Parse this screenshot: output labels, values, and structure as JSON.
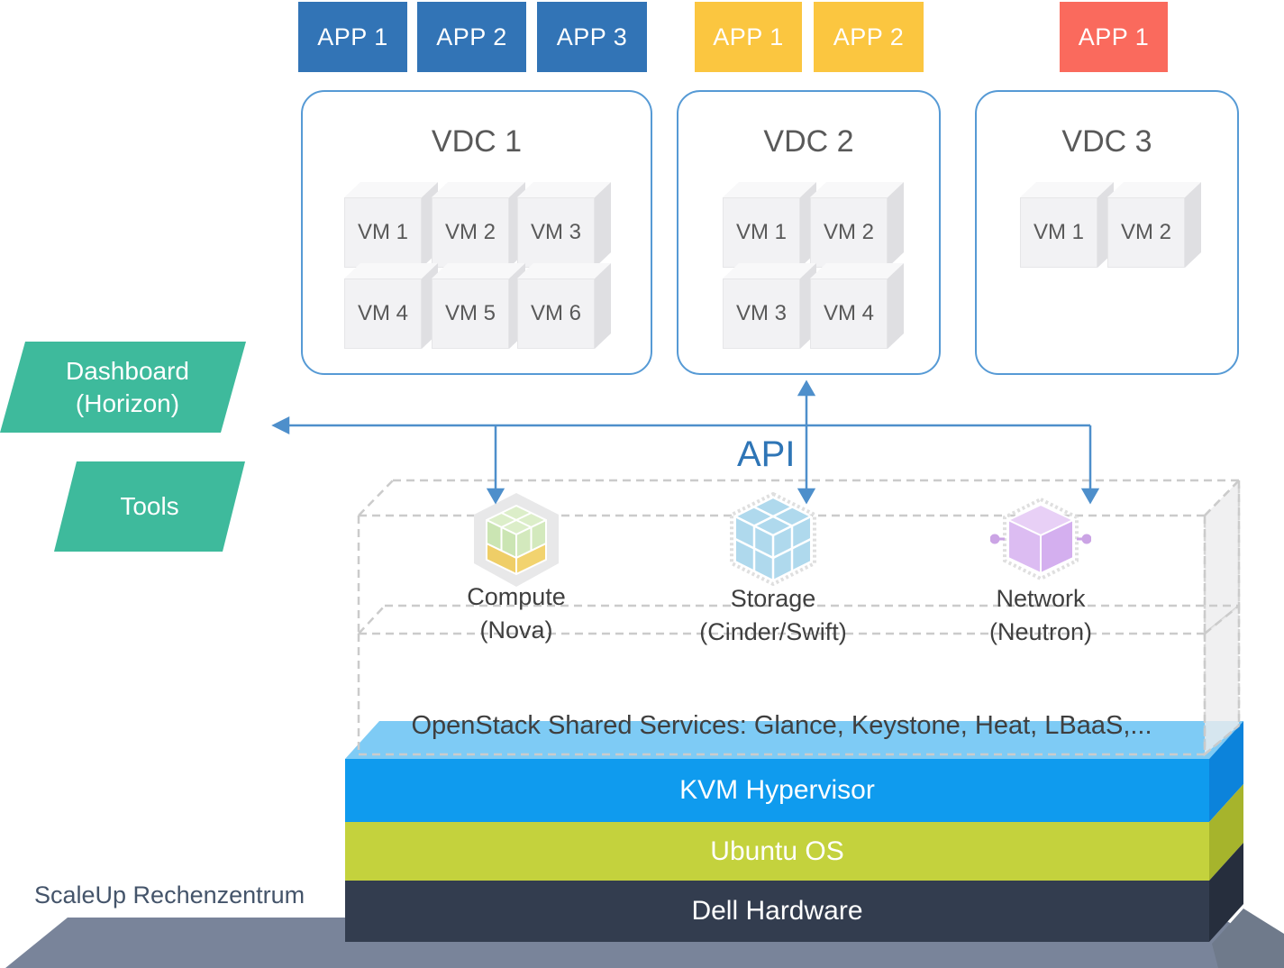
{
  "apps": {
    "group1": [
      "APP 1",
      "APP 2",
      "APP 3"
    ],
    "group2": [
      "APP 1",
      "APP 2"
    ],
    "group3": [
      "APP 1"
    ]
  },
  "vdcs": [
    {
      "title": "VDC 1",
      "vms": [
        "VM 1",
        "VM 2",
        "VM 3",
        "VM 4",
        "VM 5",
        "VM 6"
      ]
    },
    {
      "title": "VDC 2",
      "vms": [
        "VM 1",
        "VM 2",
        "VM 3",
        "VM 4"
      ]
    },
    {
      "title": "VDC 3",
      "vms": [
        "VM 1",
        "VM 2"
      ]
    }
  ],
  "left_nav": {
    "dashboard_line1": "Dashboard",
    "dashboard_line2": "(Horizon)",
    "tools": "Tools"
  },
  "api_label": "API",
  "openstack_services": [
    {
      "name": "Compute",
      "subtitle": "(Nova)",
      "icon": "compute-cube-icon"
    },
    {
      "name": "Storage",
      "subtitle": "(Cinder/Swift)",
      "icon": "storage-cube-icon"
    },
    {
      "name": "Network",
      "subtitle": "(Neutron)",
      "icon": "network-cube-icon"
    }
  ],
  "shared_services_label": "OpenStack Shared Services: Glance, Keystone, Heat, LBaaS,...",
  "stack_layers": [
    {
      "label": "KVM Hypervisor",
      "color": "#0f9bee"
    },
    {
      "label": "Ubuntu OS",
      "color": "#c4d23d"
    },
    {
      "label": "Dell Hardware",
      "color": "#333d4f"
    }
  ],
  "datacenter_label": "ScaleUp Rechenzentrum",
  "colors": {
    "app_blue": "#3274b6",
    "app_yellow": "#fbc640",
    "app_red": "#fa6a5d",
    "vdc_border": "#569ad5",
    "green_shape": "#3eba9c",
    "arrow_blue": "#4e8fcb",
    "api_text": "#2e75b6",
    "base_gray": "#79849a",
    "text_dark": "#44546a"
  }
}
